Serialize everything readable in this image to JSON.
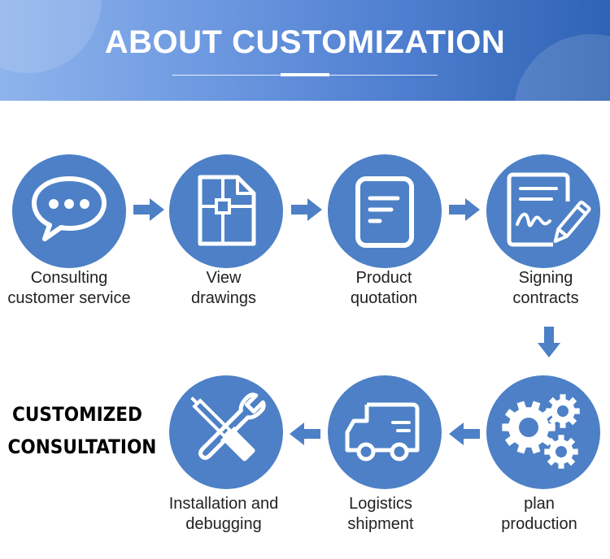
{
  "header": {
    "title": "ABOUT CUSTOMIZATION"
  },
  "side_title": {
    "line1": "CUSTOMIZED",
    "line2": "CONSULTATION"
  },
  "steps": [
    {
      "icon": "chat-bubble-icon",
      "line1": "Consulting",
      "line2": "customer service"
    },
    {
      "icon": "floor-plan-icon",
      "line1": "View",
      "line2": "drawings"
    },
    {
      "icon": "document-icon",
      "line1": "Product",
      "line2": "quotation"
    },
    {
      "icon": "contract-pen-icon",
      "line1": "Signing",
      "line2": "contracts"
    },
    {
      "icon": "gears-icon",
      "line1": "plan",
      "line2": "production"
    },
    {
      "icon": "delivery-truck-icon",
      "line1": "Logistics",
      "line2": "shipment"
    },
    {
      "icon": "wrench-screwdriver-icon",
      "line1": "Installation and",
      "line2": "debugging"
    }
  ],
  "colors": {
    "circle": "#4d80c6",
    "arrow": "#4d80c6",
    "banner_start": "#8fb4ec",
    "banner_end": "#2f63b3"
  }
}
